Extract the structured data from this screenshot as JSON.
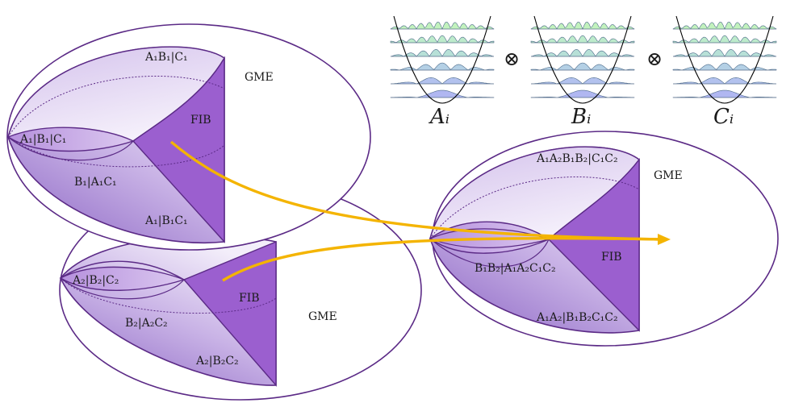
{
  "colors": {
    "outline": "#5b2a86",
    "fib_fill": "#9b5fcf",
    "cone_dark": "#8b64c4",
    "cone_light": "#f1ebf8",
    "arrow": "#f4b400",
    "wave_top": "#9ef08f",
    "wave_bottom": "#6f78e6",
    "potential": "#000000"
  },
  "figure": {
    "top_left": {
      "gme": "GME",
      "fib": "FIB",
      "cone_top": "A₁B₁|C₁",
      "tip": "A₁|B₁|C₁",
      "middle": "B₁|A₁C₁",
      "bottom": "A₁|B₁C₁"
    },
    "bottom_left": {
      "gme": "GME",
      "fib": "FIB",
      "tip": "A₂|B₂|C₂",
      "middle": "B₂|A₂C₂",
      "bottom": "A₂|B₂C₂"
    },
    "right": {
      "gme": "GME",
      "fib": "FIB",
      "cone_top": "A₁A₂B₁B₂|C₁C₂",
      "middle": "B₁B₂|A₁A₂C₁C₂",
      "bottom": "A₁A₂|B₁B₂C₁C₂"
    },
    "oscillators": {
      "labels": [
        "Aᵢ",
        "Bᵢ",
        "Cᵢ"
      ],
      "tensor": "⊗"
    }
  }
}
